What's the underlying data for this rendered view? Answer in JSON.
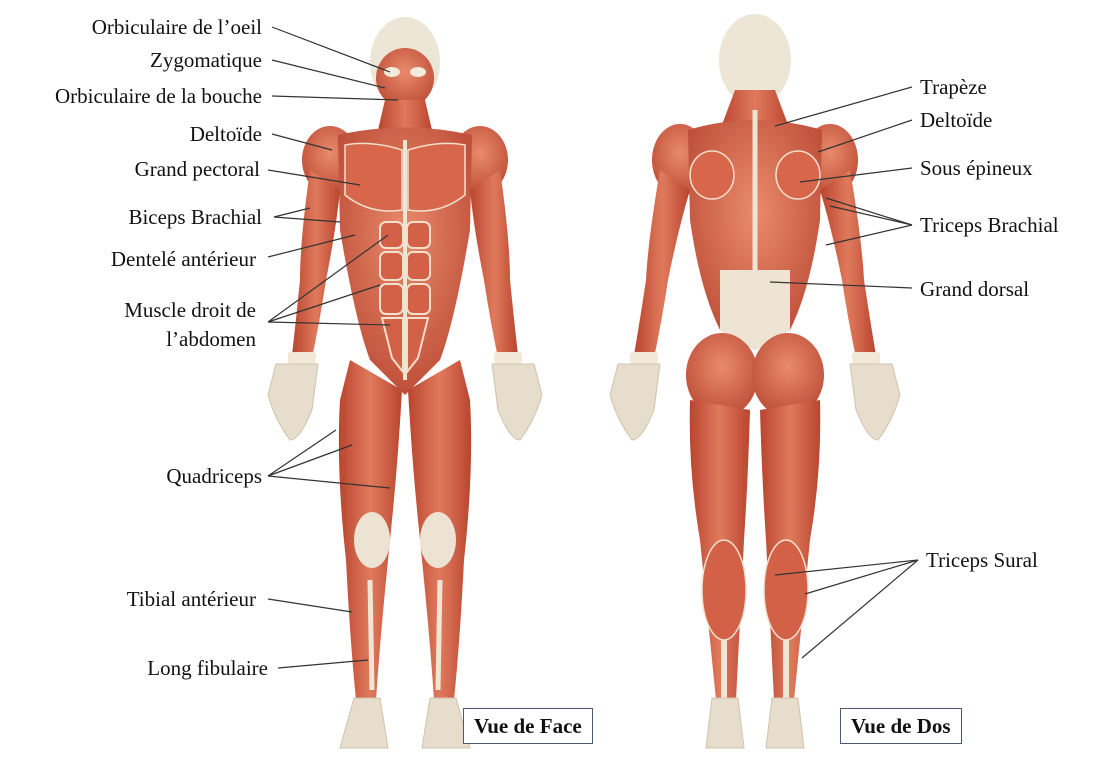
{
  "front": {
    "view_label": "Vue de Face",
    "labels": {
      "orbicularis_oculi": "Orbiculaire de l’oeil",
      "zygomatic": "Zygomatique",
      "orbicularis_oris": "Orbiculaire de la bouche",
      "deltoid": "Deltoïde",
      "pectoral": "Grand pectoral",
      "biceps": "Biceps Brachial",
      "serratus": "Dentelé antérieur",
      "rectus_line1": "Muscle droit de",
      "rectus_line2": "l’abdomen",
      "quadriceps": "Quadriceps",
      "tibialis": "Tibial antérieur",
      "peroneus": "Long fibulaire"
    }
  },
  "back": {
    "view_label": "Vue de Dos",
    "labels": {
      "trapezius": "Trapèze",
      "deltoid": "Deltoïde",
      "infraspinatus": "Sous épineux",
      "triceps": "Triceps Brachial",
      "latissimus": "Grand dorsal",
      "triceps_surae": "Triceps Sural"
    }
  },
  "colors": {
    "muscle": "#d9664a",
    "muscle_dark": "#b4432e",
    "tendon": "#f0e6d6",
    "skin_head": "#e9e2d2",
    "leader_line": "#333333"
  }
}
